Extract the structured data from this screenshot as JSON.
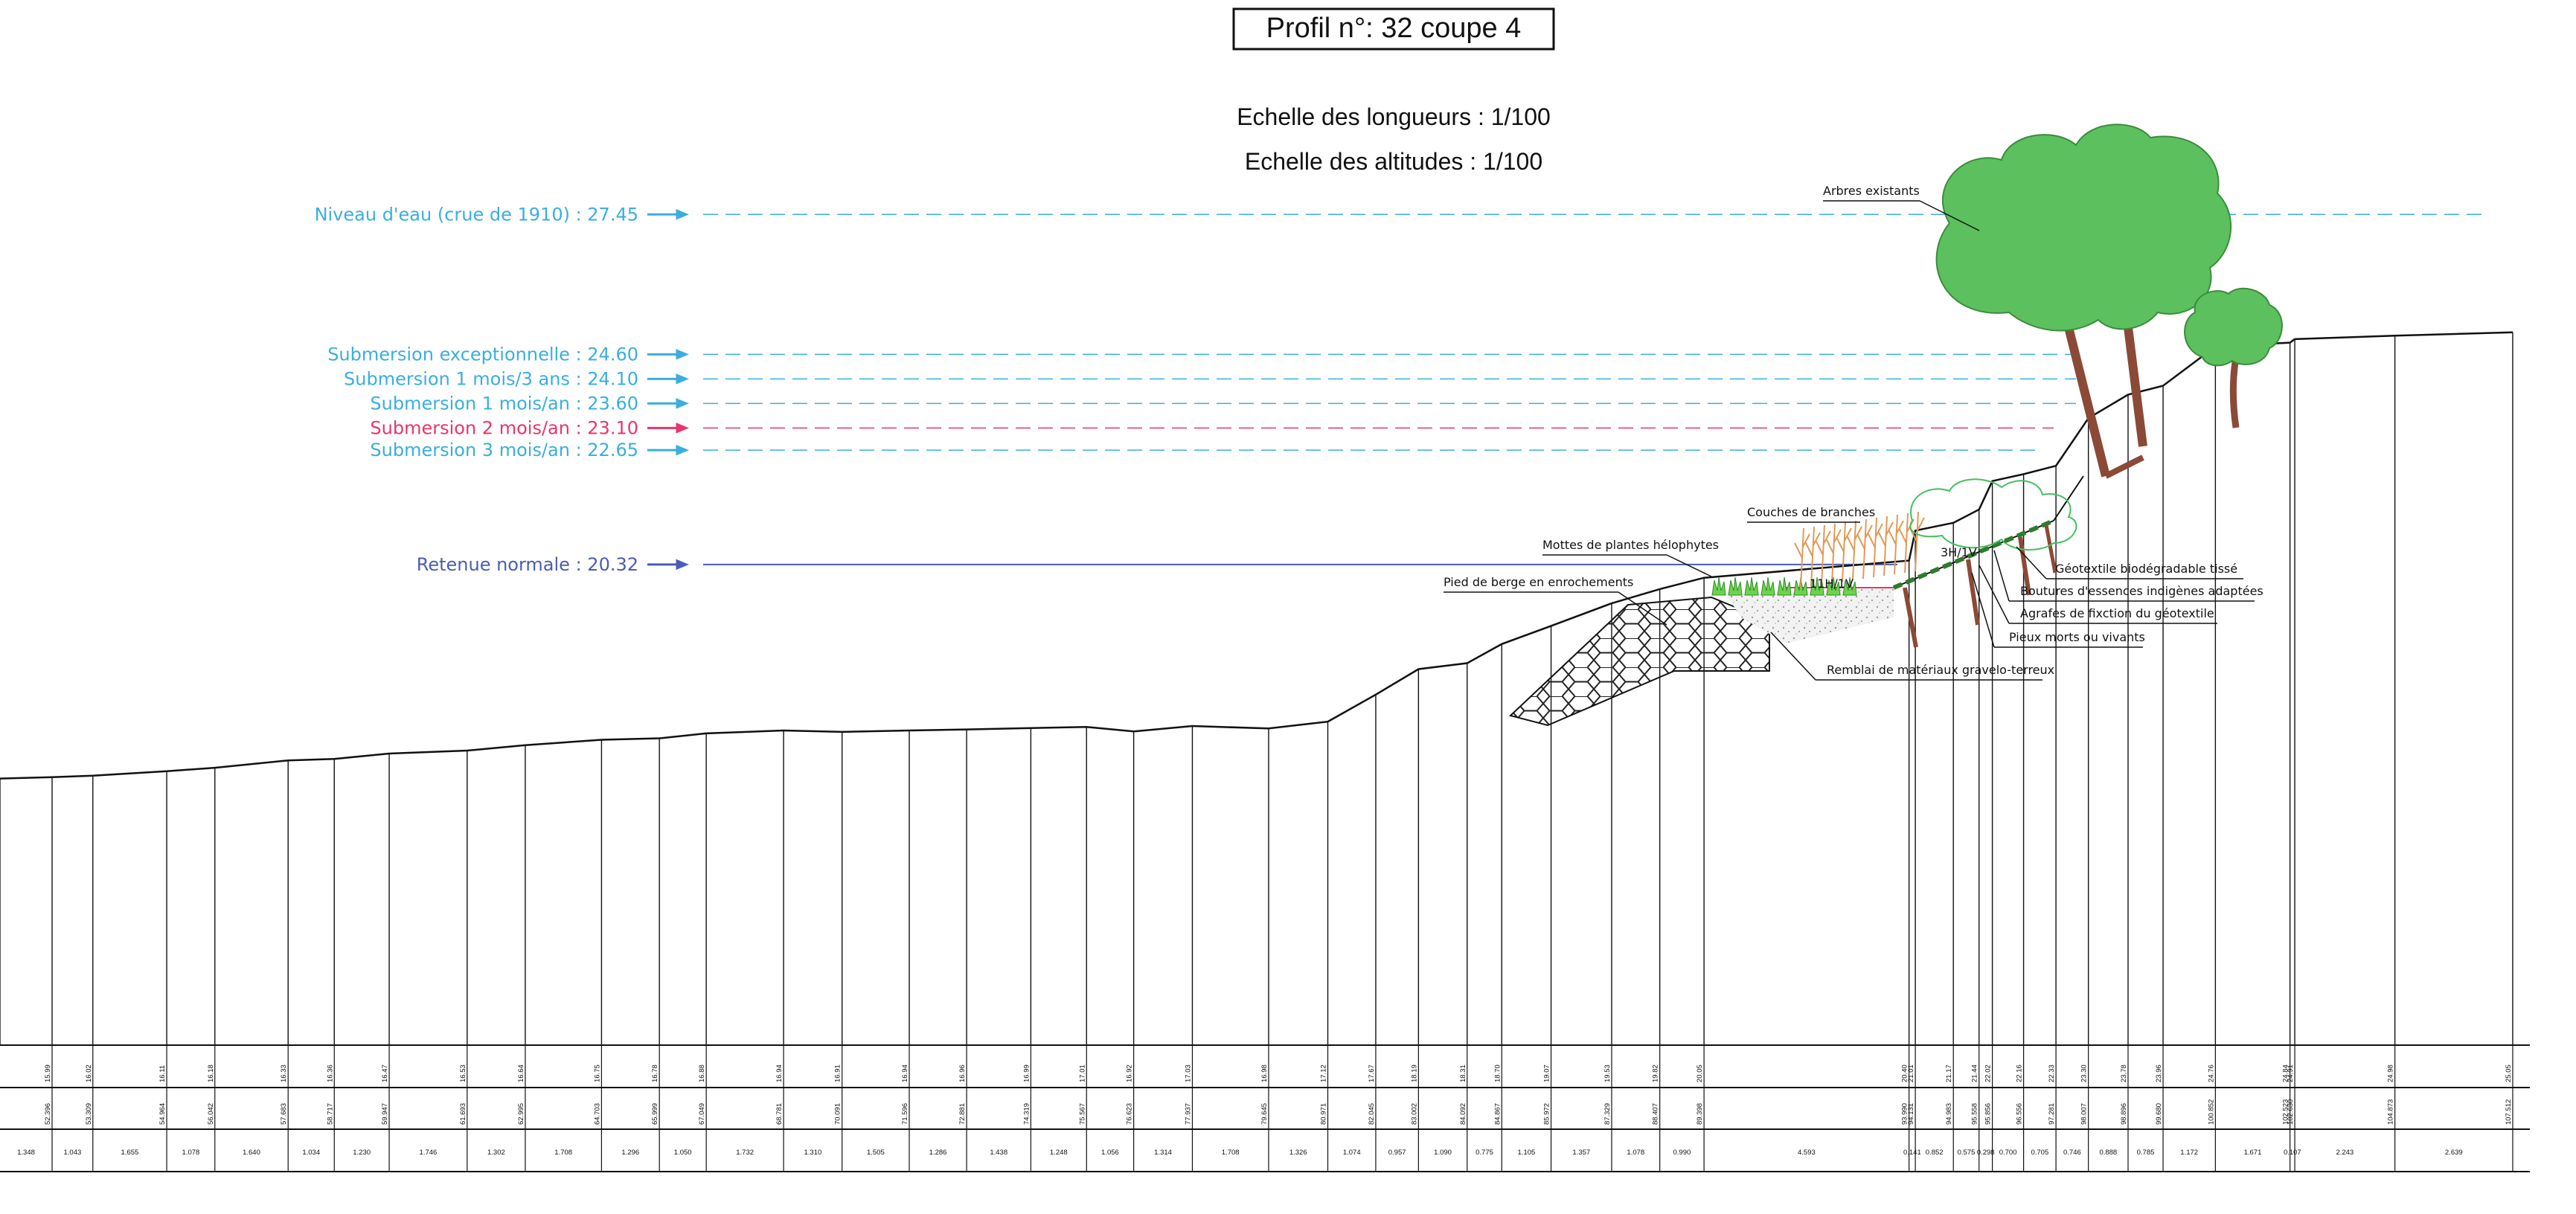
{
  "title": "Profil n°: 32 coupe 4",
  "scale_lengths": "Echelle des longueurs : 1/100",
  "scale_altitudes": "Echelle des altitudes : 1/100",
  "water_levels": [
    {
      "label": "Niveau d'eau (crue de 1910) : 27.45",
      "value": 27.45,
      "color": "#3aaee0"
    },
    {
      "label": "Submersion exceptionnelle : 24.60",
      "value": 24.6,
      "color": "#3aaee0"
    },
    {
      "label": "Submersion 1 mois/3 ans : 24.10",
      "value": 24.1,
      "color": "#3aaee0"
    },
    {
      "label": "Submersion 1 mois/an : 23.60",
      "value": 23.6,
      "color": "#3aaee0"
    },
    {
      "label": "Submersion 2 mois/an : 23.10",
      "value": 23.1,
      "color": "#e8356b"
    },
    {
      "label": "Submersion 3 mois/an : 22.65",
      "value": 22.65,
      "color": "#3aaee0"
    },
    {
      "label": "Retenue normale : 20.32",
      "value": 20.32,
      "color": "#4a5db4"
    }
  ],
  "annotations": {
    "trees": "Arbres existants",
    "branches": "Couches de branches",
    "helophytes": "Mottes de plantes hélophytes",
    "rock_toe": "Pied de berge en enrochements",
    "geotextile": "Géotextile biodégradable tissé",
    "cuttings": "Boutures d'essences indigènes adaptées",
    "staples": "Agrafes de fixction du géotextile",
    "stakes": "Pieux morts ou vivants",
    "fill": "Remblai de matériaux gravelo-terreux",
    "slope_low": "11H/1V",
    "slope_high": "3H/1V"
  },
  "profile": {
    "altitudes": [
      "15.99",
      "16.02",
      "16.11",
      "16.18",
      "16.33",
      "16.36",
      "16.47",
      "16.53",
      "16.64",
      "16.75",
      "16.78",
      "16.88",
      "16.94",
      "16.91",
      "16.94",
      "16.96",
      "16.99",
      "17.01",
      "16.92",
      "17.03",
      "16.98",
      "17.12",
      "17.67",
      "18.19",
      "18.31",
      "18.70",
      "19.07",
      "19.53",
      "19.82",
      "20.05",
      "20.40",
      "21.01",
      "21.17",
      "21.44",
      "22.02",
      "22.16",
      "22.33",
      "23.30",
      "23.78",
      "23.96",
      "24.76",
      "24.84",
      "24.91",
      "24.98",
      "25.05"
    ],
    "cumulative": [
      "52.396",
      "53.309",
      "54.964",
      "56.042",
      "57.683",
      "58.717",
      "59.947",
      "61.693",
      "62.995",
      "64.703",
      "65.999",
      "67.049",
      "68.781",
      "70.091",
      "71.596",
      "72.881",
      "74.319",
      "75.567",
      "76.623",
      "77.937",
      "79.645",
      "80.971",
      "82.045",
      "83.002",
      "84.092",
      "84.867",
      "85.972",
      "87.329",
      "88.407",
      "89.398",
      "93.990",
      "94.131",
      "94.983",
      "95.558",
      "95.856",
      "96.556",
      "97.281",
      "98.007",
      "98.896",
      "99.680",
      "100.852",
      "102.523",
      "102.630",
      "104.873",
      "107.512"
    ],
    "partial": [
      "1.348",
      "1.043",
      "1.655",
      "1.078",
      "1.640",
      "1.034",
      "1.230",
      "1.746",
      "1.302",
      "1.708",
      "1.296",
      "1.050",
      "1.732",
      "1.310",
      "1.505",
      "1.286",
      "1.438",
      "1.248",
      "1.056",
      "1.314",
      "1.708",
      "1.326",
      "1.074",
      "0.957",
      "1.090",
      "0.775",
      "1.105",
      "1.357",
      "1.078",
      "0.990",
      "4.593",
      "0.141",
      "0.852",
      "0.575",
      "0.298",
      "0.700",
      "0.705",
      "0.746",
      "0.888",
      "0.785",
      "1.172",
      "1.671",
      "0.107",
      "2.243",
      "2.639"
    ]
  },
  "colors": {
    "water": "#3aaee0",
    "water_pink": "#e8356b",
    "retenue": "#4a5db4",
    "foliage": "#5cc05e",
    "trunk": "#8a4a37",
    "helophyte": "#6dd34a",
    "branches": "#e19a56"
  }
}
